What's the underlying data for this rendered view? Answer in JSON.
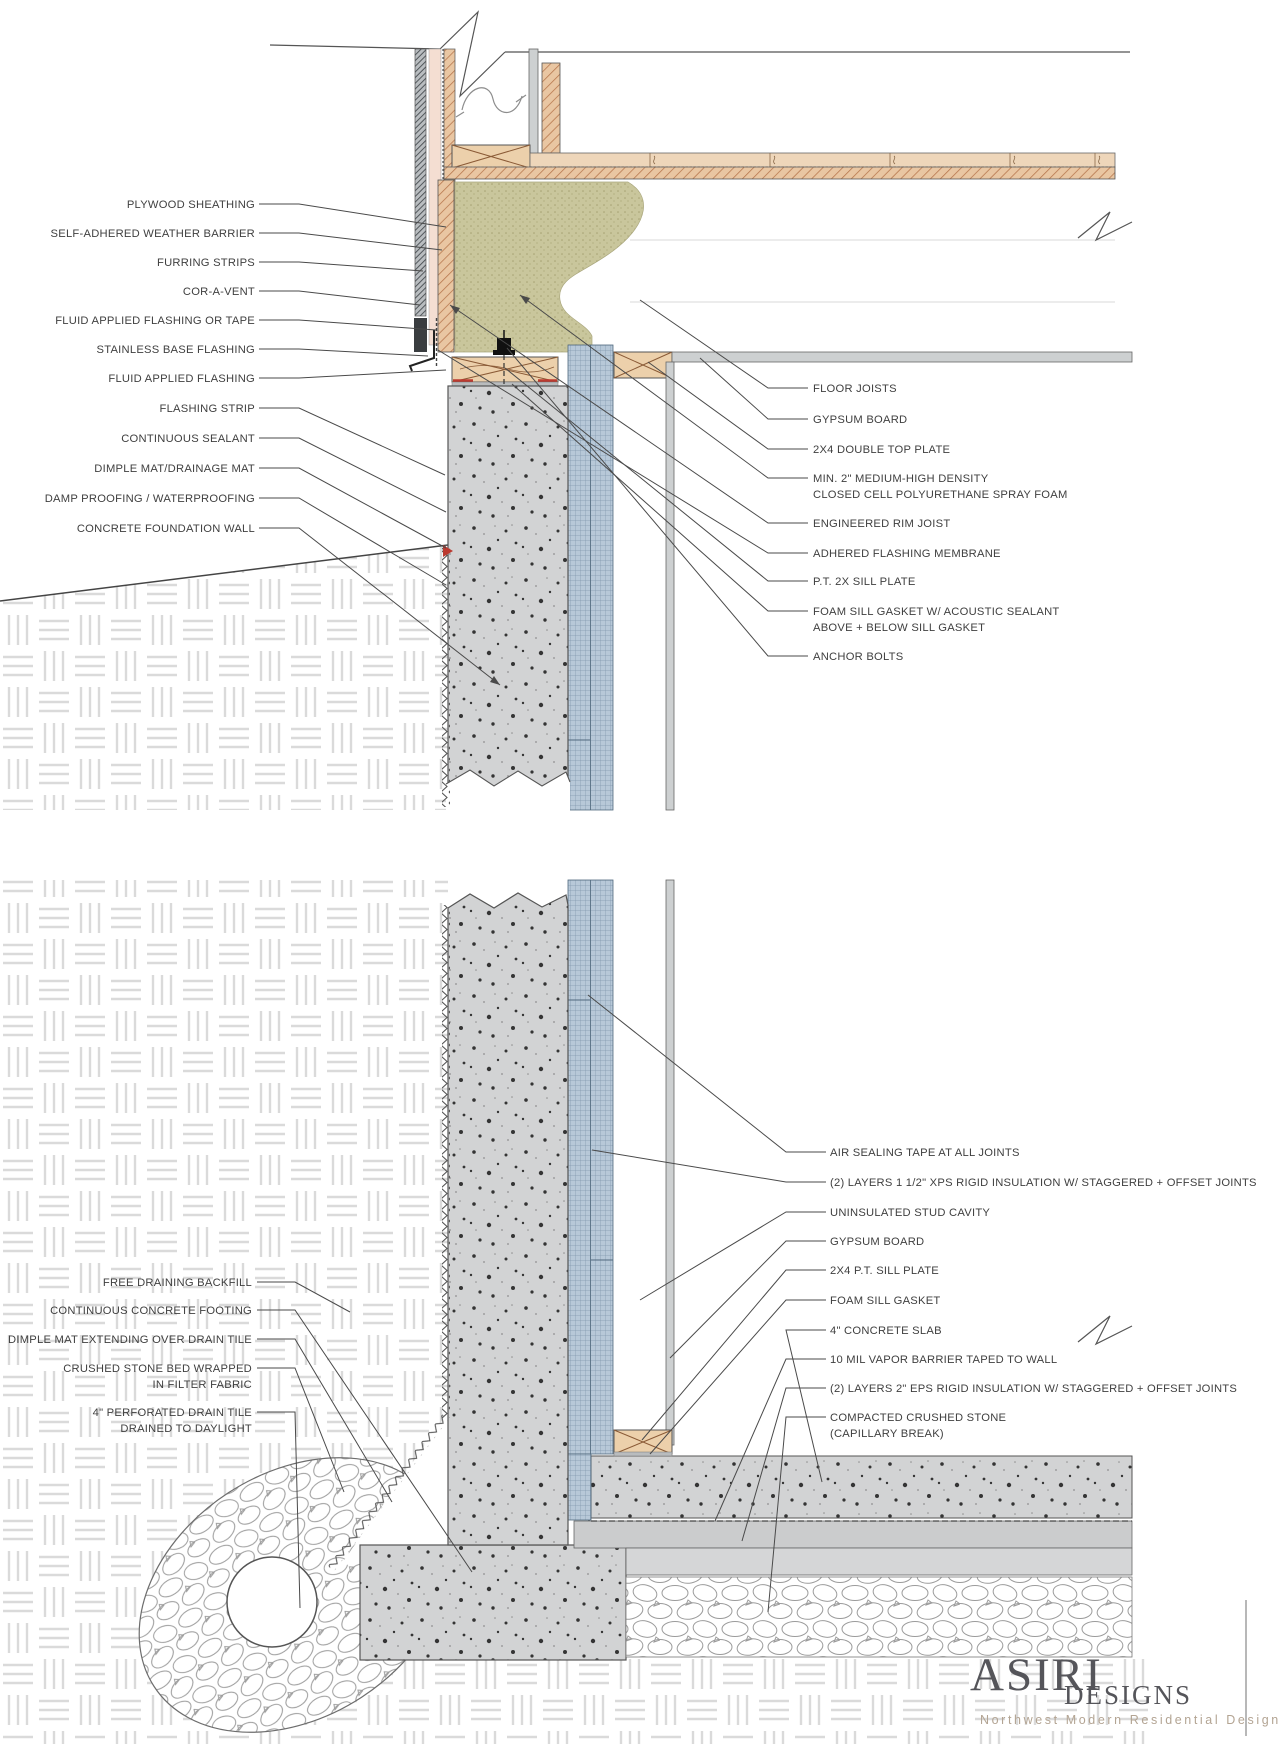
{
  "labels": {
    "top_left": [
      "PLYWOOD SHEATHING",
      "SELF-ADHERED WEATHER BARRIER",
      "FURRING STRIPS",
      "COR-A-VENT",
      "FLUID APPLIED FLASHING OR TAPE",
      "STAINLESS BASE FLASHING",
      "FLUID APPLIED FLASHING",
      "FLASHING STRIP",
      "CONTINUOUS SEALANT",
      "DIMPLE MAT/DRAINAGE MAT",
      "DAMP PROOFING / WATERPROOFING",
      "CONCRETE FOUNDATION WALL"
    ],
    "top_right": [
      "FLOOR JOISTS",
      "GYPSUM BOARD",
      "2X4 DOUBLE TOP PLATE",
      "MIN.  2\" MEDIUM-HIGH DENSITY",
      "CLOSED CELL POLYURETHANE SPRAY FOAM",
      "ENGINEERED RIM JOIST",
      "ADHERED FLASHING MEMBRANE",
      "P.T. 2X SILL PLATE",
      "FOAM SILL GASKET W/ ACOUSTIC SEALANT",
      "ABOVE + BELOW SILL GASKET",
      "ANCHOR BOLTS"
    ],
    "bottom_left": [
      "FREE DRAINING BACKFILL",
      "CONTINUOUS CONCRETE FOOTING",
      "DIMPLE MAT EXTENDING OVER DRAIN TILE",
      "CRUSHED STONE BED WRAPPED",
      "IN FILTER FABRIC",
      "4\" PERFORATED DRAIN TILE",
      "DRAINED TO DAYLIGHT"
    ],
    "bottom_right": [
      "AIR SEALING TAPE AT ALL JOINTS",
      "(2) LAYERS 1 1/2\" XPS RIGID INSULATION W/ STAGGERED + OFFSET JOINTS",
      "UNINSULATED STUD CAVITY",
      "GYPSUM BOARD",
      "2X4 P.T. SILL PLATE",
      "FOAM SILL GASKET",
      "4\" CONCRETE SLAB",
      "10 MIL VAPOR BARRIER TAPED TO WALL",
      "(2) LAYERS 2\" EPS RIGID INSULATION W/ STAGGERED + OFFSET JOINTS",
      "COMPACTED CRUSHED STONE",
      "(CAPILLARY BREAK)"
    ],
    "logo": {
      "brand": "ASIRI",
      "brand_suffix": "DESIGNS",
      "tagline": "Northwest  Modern  Residential  Design"
    },
    "colors": {
      "concrete": "#d2d3d4",
      "wood": "#e9c6a2",
      "spray_foam": "#c9c69c",
      "xps_insulation": "#b7c8d8",
      "gypsum": "#cdd0d1",
      "sealant_red": "#bb3a30",
      "leader_line": "#4a4a4a"
    }
  }
}
